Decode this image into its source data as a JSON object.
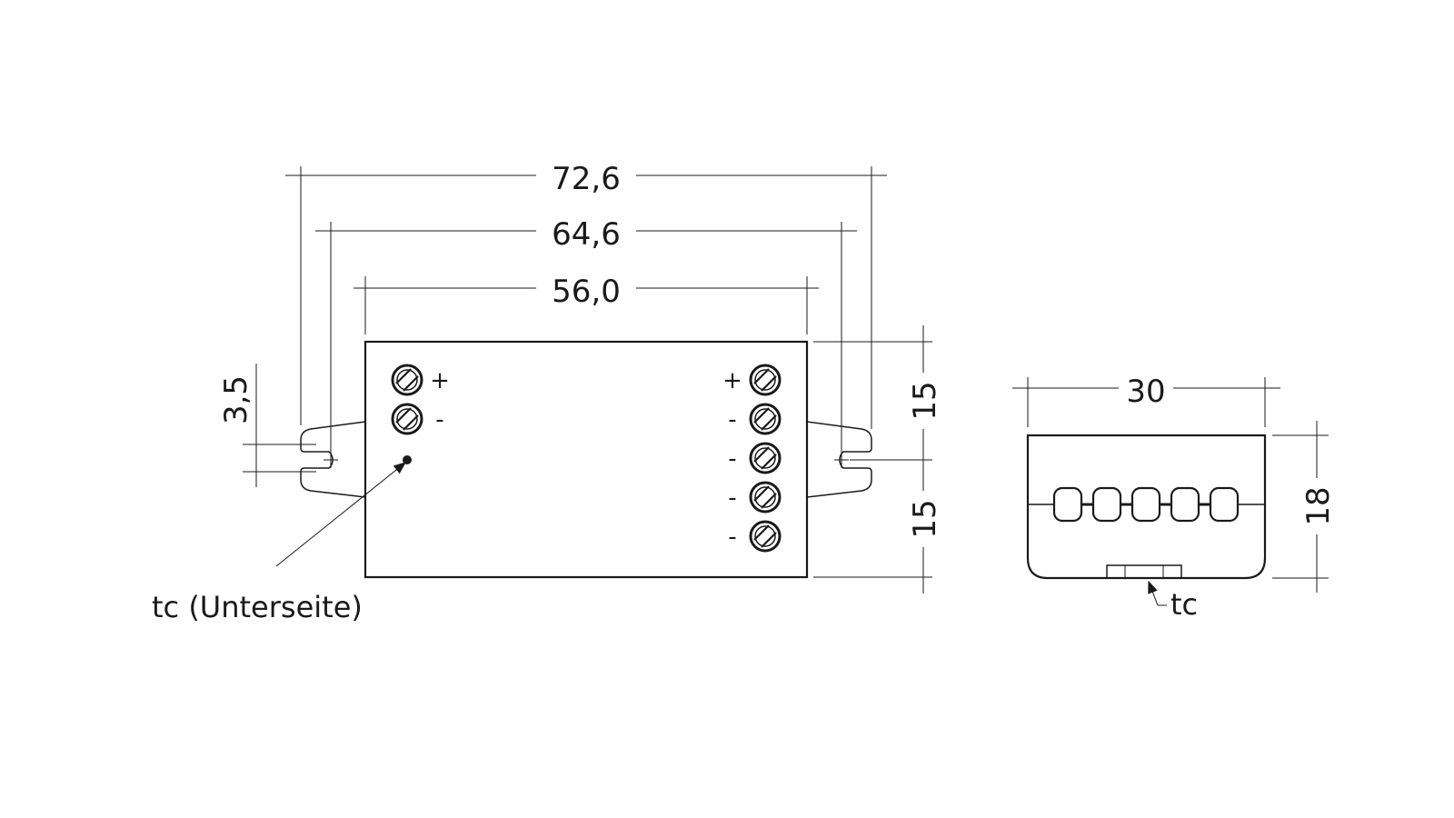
{
  "top_view": {
    "dimensions": {
      "overall_length": "72,6",
      "mounting_hole_distance": "64,6",
      "body_length": "56,0",
      "tab_slot_height": "3,5",
      "upper_half_height": "15",
      "lower_half_height": "15"
    },
    "terminals": {
      "input_polarity": [
        "+",
        "-"
      ],
      "output_polarity": [
        "+",
        "-",
        "-",
        "-",
        "-"
      ]
    },
    "tc_label": "tc (Unterseite)"
  },
  "side_view": {
    "dimensions": {
      "width": "30",
      "height": "18"
    },
    "tc_label": "tc"
  }
}
